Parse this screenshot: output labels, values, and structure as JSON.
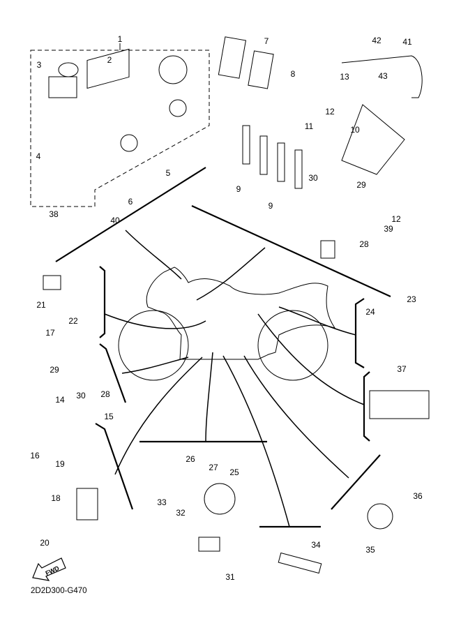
{
  "diagram": {
    "title_code": "2D2D300-G470",
    "fwd_label": "FWD",
    "assembly_callout": "1",
    "callouts": [
      {
        "id": "c1",
        "text": "1"
      },
      {
        "id": "c2",
        "text": "2"
      },
      {
        "id": "c3",
        "text": "3"
      },
      {
        "id": "c4",
        "text": "4"
      },
      {
        "id": "c5",
        "text": "5"
      },
      {
        "id": "c6",
        "text": "6"
      },
      {
        "id": "c7",
        "text": "7"
      },
      {
        "id": "c8",
        "text": "8"
      },
      {
        "id": "c9a",
        "text": "9"
      },
      {
        "id": "c9b",
        "text": "9"
      },
      {
        "id": "c10",
        "text": "10"
      },
      {
        "id": "c11",
        "text": "11"
      },
      {
        "id": "c12a",
        "text": "12"
      },
      {
        "id": "c12b",
        "text": "12"
      },
      {
        "id": "c13",
        "text": "13"
      },
      {
        "id": "c14",
        "text": "14"
      },
      {
        "id": "c15",
        "text": "15"
      },
      {
        "id": "c16",
        "text": "16"
      },
      {
        "id": "c17",
        "text": "17"
      },
      {
        "id": "c18",
        "text": "18"
      },
      {
        "id": "c19",
        "text": "19"
      },
      {
        "id": "c20",
        "text": "20"
      },
      {
        "id": "c21",
        "text": "21"
      },
      {
        "id": "c22",
        "text": "22"
      },
      {
        "id": "c23",
        "text": "23"
      },
      {
        "id": "c24",
        "text": "24"
      },
      {
        "id": "c25",
        "text": "25"
      },
      {
        "id": "c26",
        "text": "26"
      },
      {
        "id": "c27",
        "text": "27"
      },
      {
        "id": "c28a",
        "text": "28"
      },
      {
        "id": "c28b",
        "text": "28"
      },
      {
        "id": "c29a",
        "text": "29"
      },
      {
        "id": "c29b",
        "text": "29"
      },
      {
        "id": "c30a",
        "text": "30"
      },
      {
        "id": "c30b",
        "text": "30"
      },
      {
        "id": "c31",
        "text": "31"
      },
      {
        "id": "c32",
        "text": "32"
      },
      {
        "id": "c33",
        "text": "33"
      },
      {
        "id": "c34",
        "text": "34"
      },
      {
        "id": "c35",
        "text": "35"
      },
      {
        "id": "c36",
        "text": "36"
      },
      {
        "id": "c37",
        "text": "37"
      },
      {
        "id": "c38",
        "text": "38"
      },
      {
        "id": "c39",
        "text": "39"
      },
      {
        "id": "c40",
        "text": "40"
      },
      {
        "id": "c41",
        "text": "41"
      },
      {
        "id": "c42",
        "text": "42"
      },
      {
        "id": "c43",
        "text": "43"
      }
    ]
  }
}
